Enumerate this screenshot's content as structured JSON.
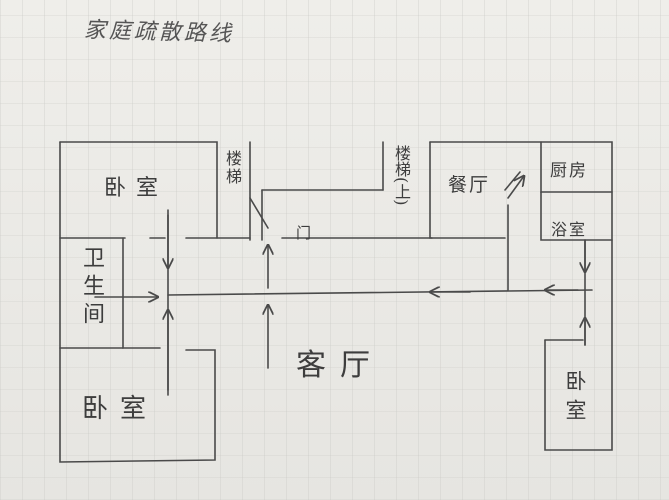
{
  "title": "家庭疏散路线",
  "rooms": {
    "bedroom_top_left": "卧室",
    "bathroom_left": "卫生间",
    "bedroom_bottom_left": "卧室",
    "stairs_left": "楼梯",
    "stairs_right": "楼梯(上)",
    "door": "门",
    "dining_room": "餐厅",
    "kitchen": "厨房",
    "bathroom_right": "浴室",
    "living_room": "客厅",
    "bedroom_bottom_right": "卧室"
  },
  "colors": {
    "ink": "#4a4a4a",
    "paper": "#e9e8e4"
  }
}
